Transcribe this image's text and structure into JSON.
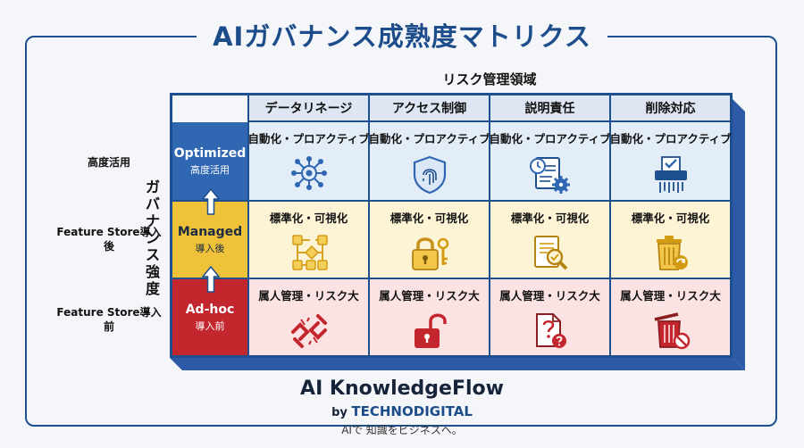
{
  "title": "AIガバナンス成熟度マトリクス",
  "col_axis_label": "リスク管理領域",
  "row_axis_label": "ガバナンス強度",
  "columns": [
    "データリネージ",
    "アクセス制御",
    "説明責任",
    "削除対応"
  ],
  "rows": [
    {
      "level": "Optimized",
      "level_jp": "高度活用",
      "external_label": "高度活用",
      "cell_text": "自動化・プロアクティブ"
    },
    {
      "level": "Managed",
      "level_jp": "導入後",
      "external_label": "Feature Store導入後",
      "cell_text": "標準化・可視化"
    },
    {
      "level": "Ad-hoc",
      "level_jp": "導入前",
      "external_label": "Feature Store導入前",
      "cell_text": "属人管理・リスク大"
    }
  ],
  "icons": [
    [
      "network-gear-icon",
      "fingerprint-shield-icon",
      "document-clock-gear-icon",
      "shredder-document-icon"
    ],
    [
      "flowchart-icon",
      "padlock-key-icon",
      "document-search-check-icon",
      "trash-refresh-icon"
    ],
    [
      "broken-chain-icon",
      "open-padlock-icon",
      "document-question-icon",
      "trash-prohibited-icon"
    ]
  ],
  "colors": {
    "primary": "#1e4f8f",
    "optimized": "#2f67b2",
    "managed": "#efc23a",
    "adhoc": "#c4262e",
    "optimized_bg": "#e3edf8",
    "managed_bg": "#fdf4d6",
    "adhoc_bg": "#fbe3e3"
  },
  "footer": {
    "brand": "AI KnowledgeFlow",
    "by": "by",
    "company": "TECHNODIGITAL",
    "tagline": "AIで 知識をビジネスへ。"
  }
}
